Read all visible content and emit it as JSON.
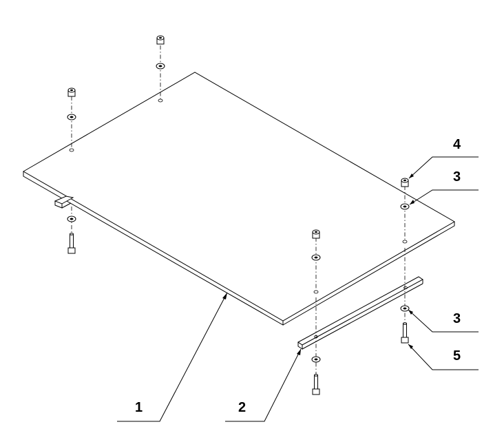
{
  "callouts": {
    "part_1": "1",
    "part_2": "2",
    "part_3_upper": "3",
    "part_3_lower": "3",
    "part_4": "4",
    "part_5": "5"
  }
}
